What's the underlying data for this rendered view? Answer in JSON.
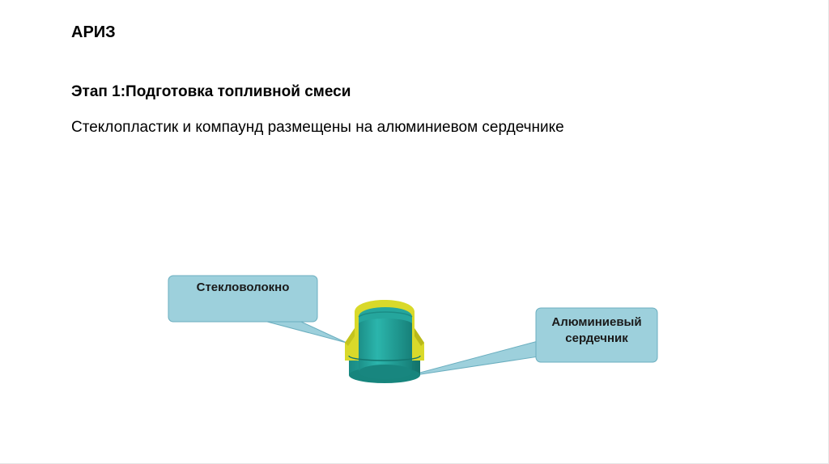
{
  "slide": {
    "title": "АРИЗ",
    "stage": "Этап 1:Подготовка топливной смеси",
    "description": "Стеклопластик и компаунд размещены на алюминиевом сердечнике"
  },
  "callouts": {
    "fiberglass": "Стекловолокно",
    "aluminum_core": "Алюминиевый\nсердечник"
  },
  "colors": {
    "callout_fill": "#9dd0dc",
    "callout_border": "#6aaebf",
    "fiberglass_yellow": "#d9d92a",
    "core_teal": "#21a39b"
  }
}
